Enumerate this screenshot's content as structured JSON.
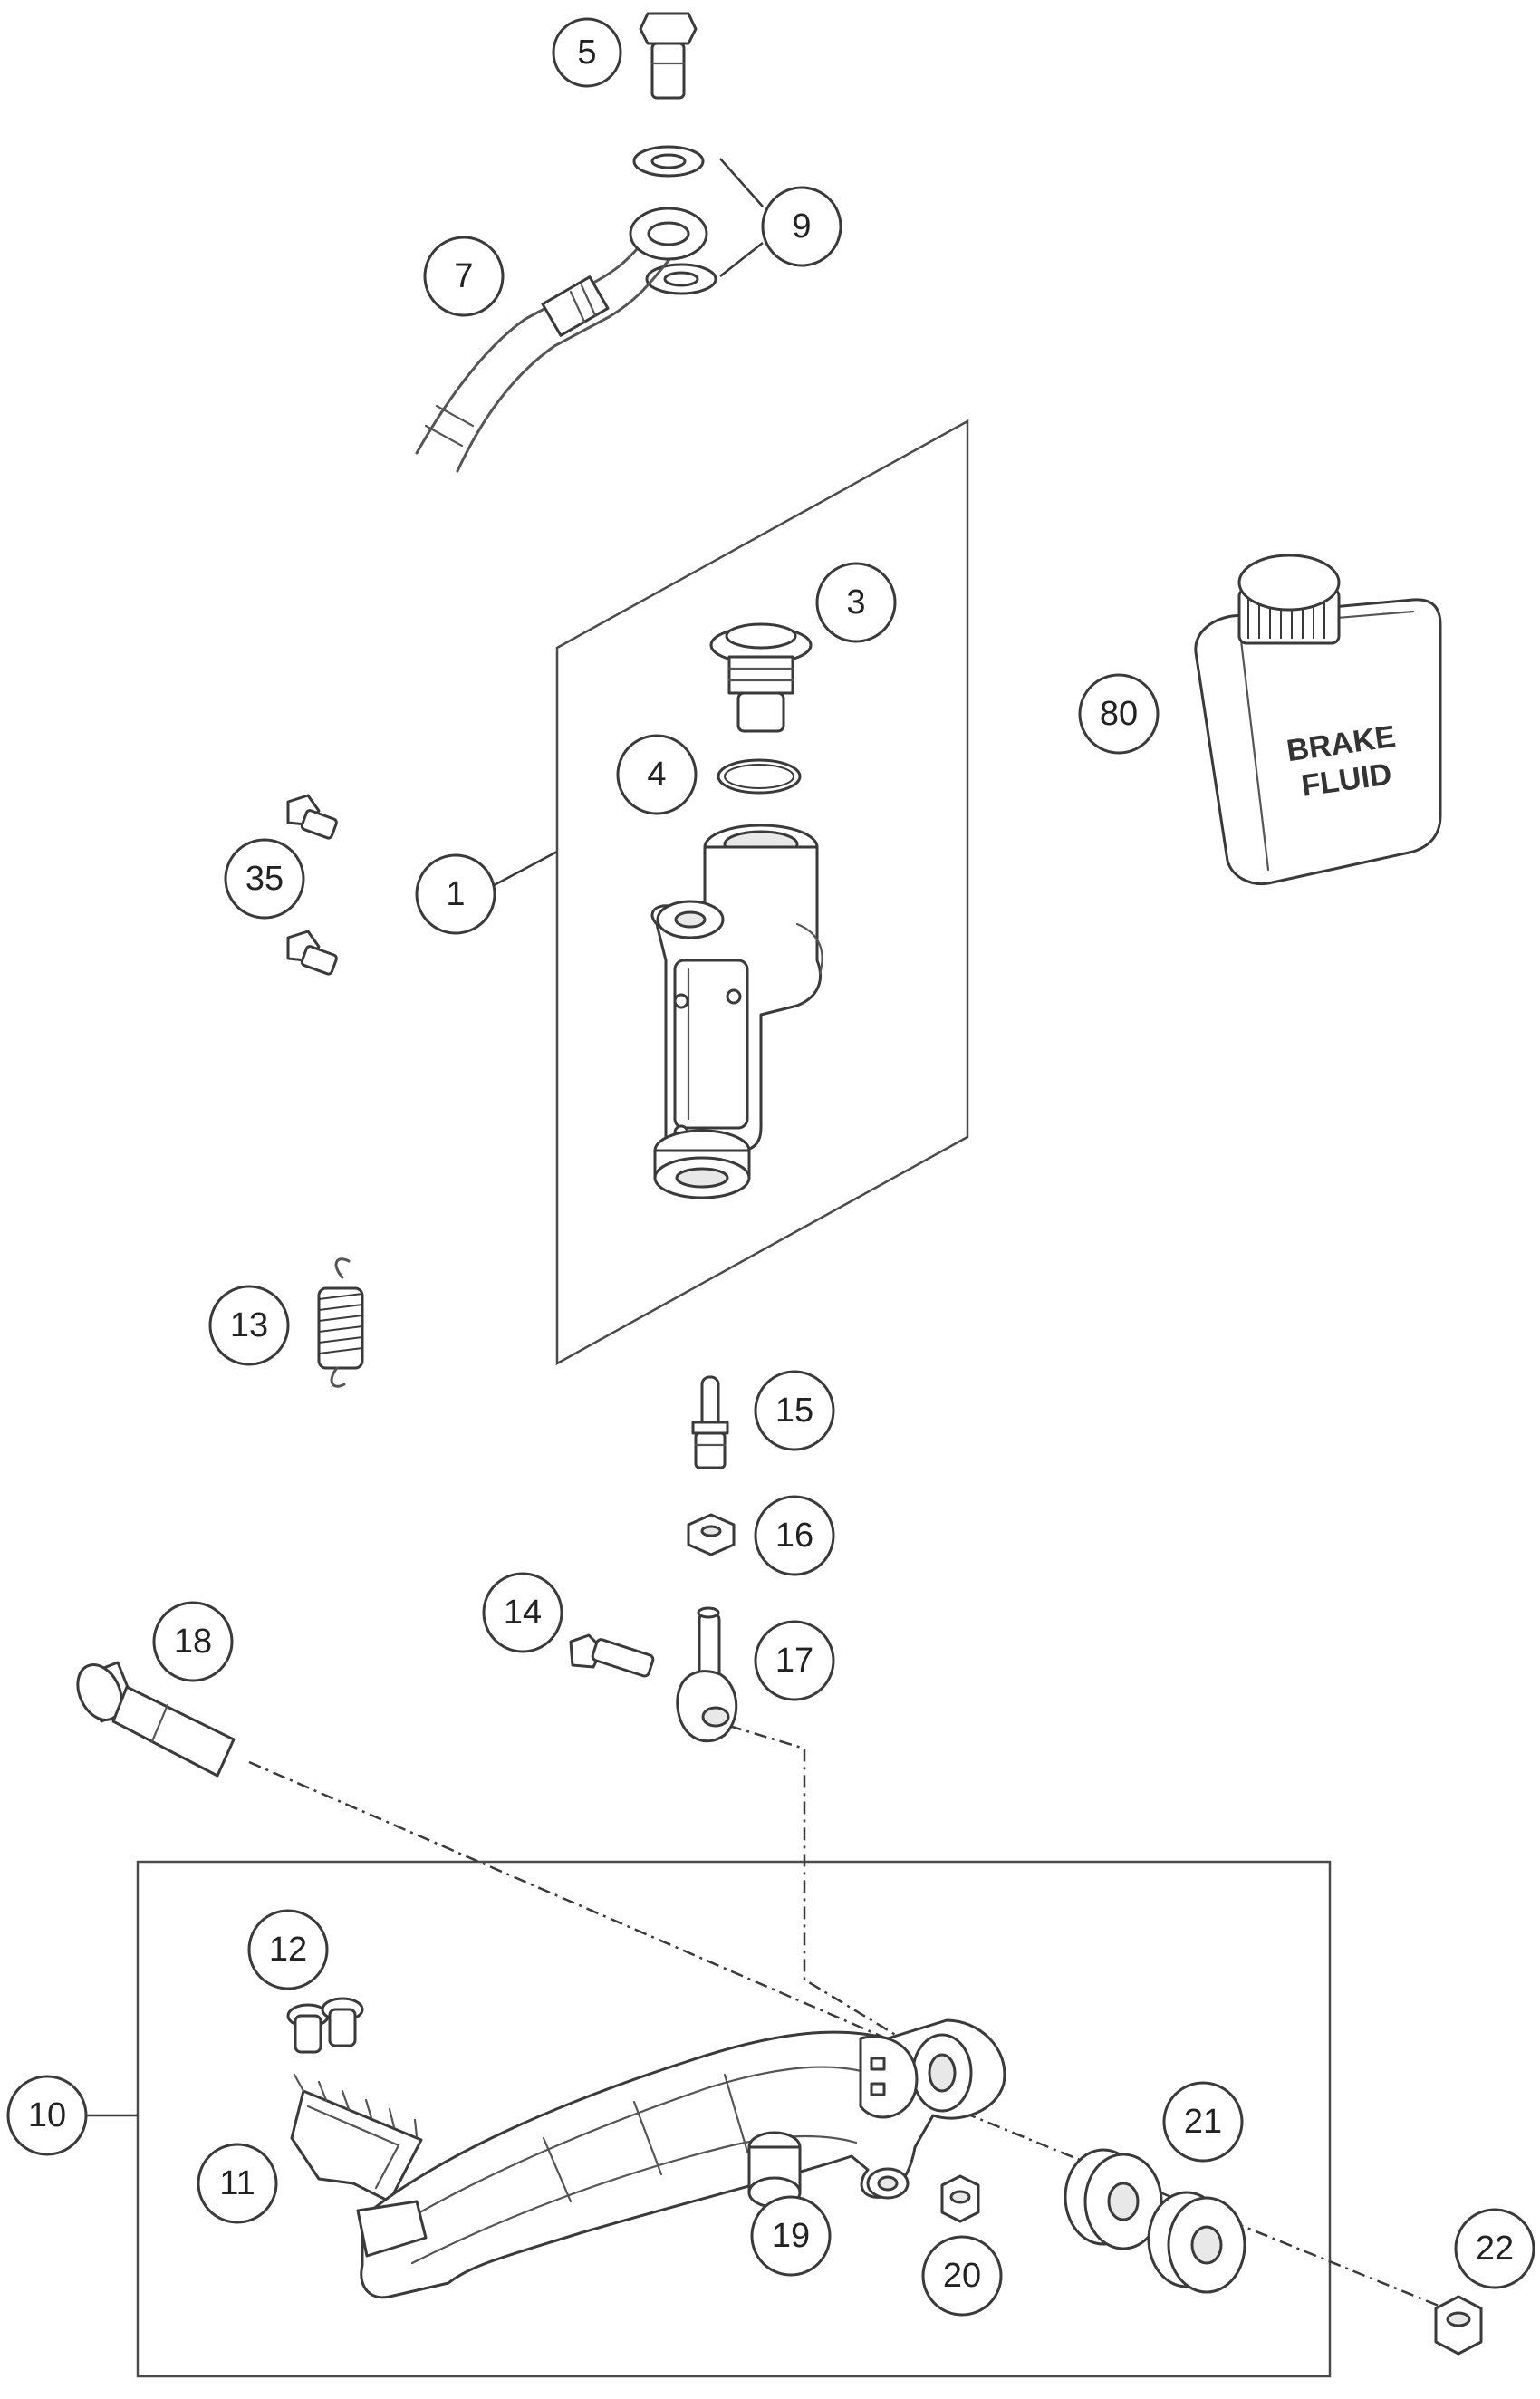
{
  "diagram": {
    "callouts": [
      "5",
      "9",
      "7",
      "3",
      "80",
      "4",
      "35",
      "1",
      "13",
      "15",
      "16",
      "14",
      "17",
      "18",
      "12",
      "10",
      "11",
      "21",
      "19",
      "20",
      "22"
    ],
    "can_label": [
      "BRAKE",
      "FLUID"
    ],
    "line_color": "#3a3a3a",
    "background": "#ffffff"
  }
}
